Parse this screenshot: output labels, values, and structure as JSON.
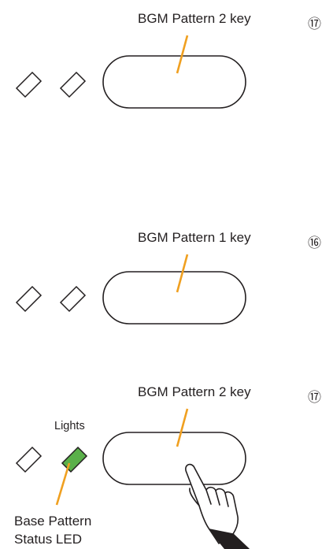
{
  "panels": [
    {
      "key_label": "BGM Pattern 2 key",
      "key_number": "⑰"
    },
    {
      "key_label": "BGM Pattern 1 key",
      "key_number": "⑯"
    },
    {
      "key_label": "BGM Pattern 2 key",
      "key_number": "⑰",
      "led_state_label": "Lights",
      "led_label_line1": "Base Pattern",
      "led_label_line2": "Status LED"
    }
  ],
  "colors": {
    "leader": "#f0a020",
    "led_lit": "#5ab04a",
    "outline": "#231f20"
  },
  "icons": {
    "pointer": "pointing-hand-icon"
  }
}
